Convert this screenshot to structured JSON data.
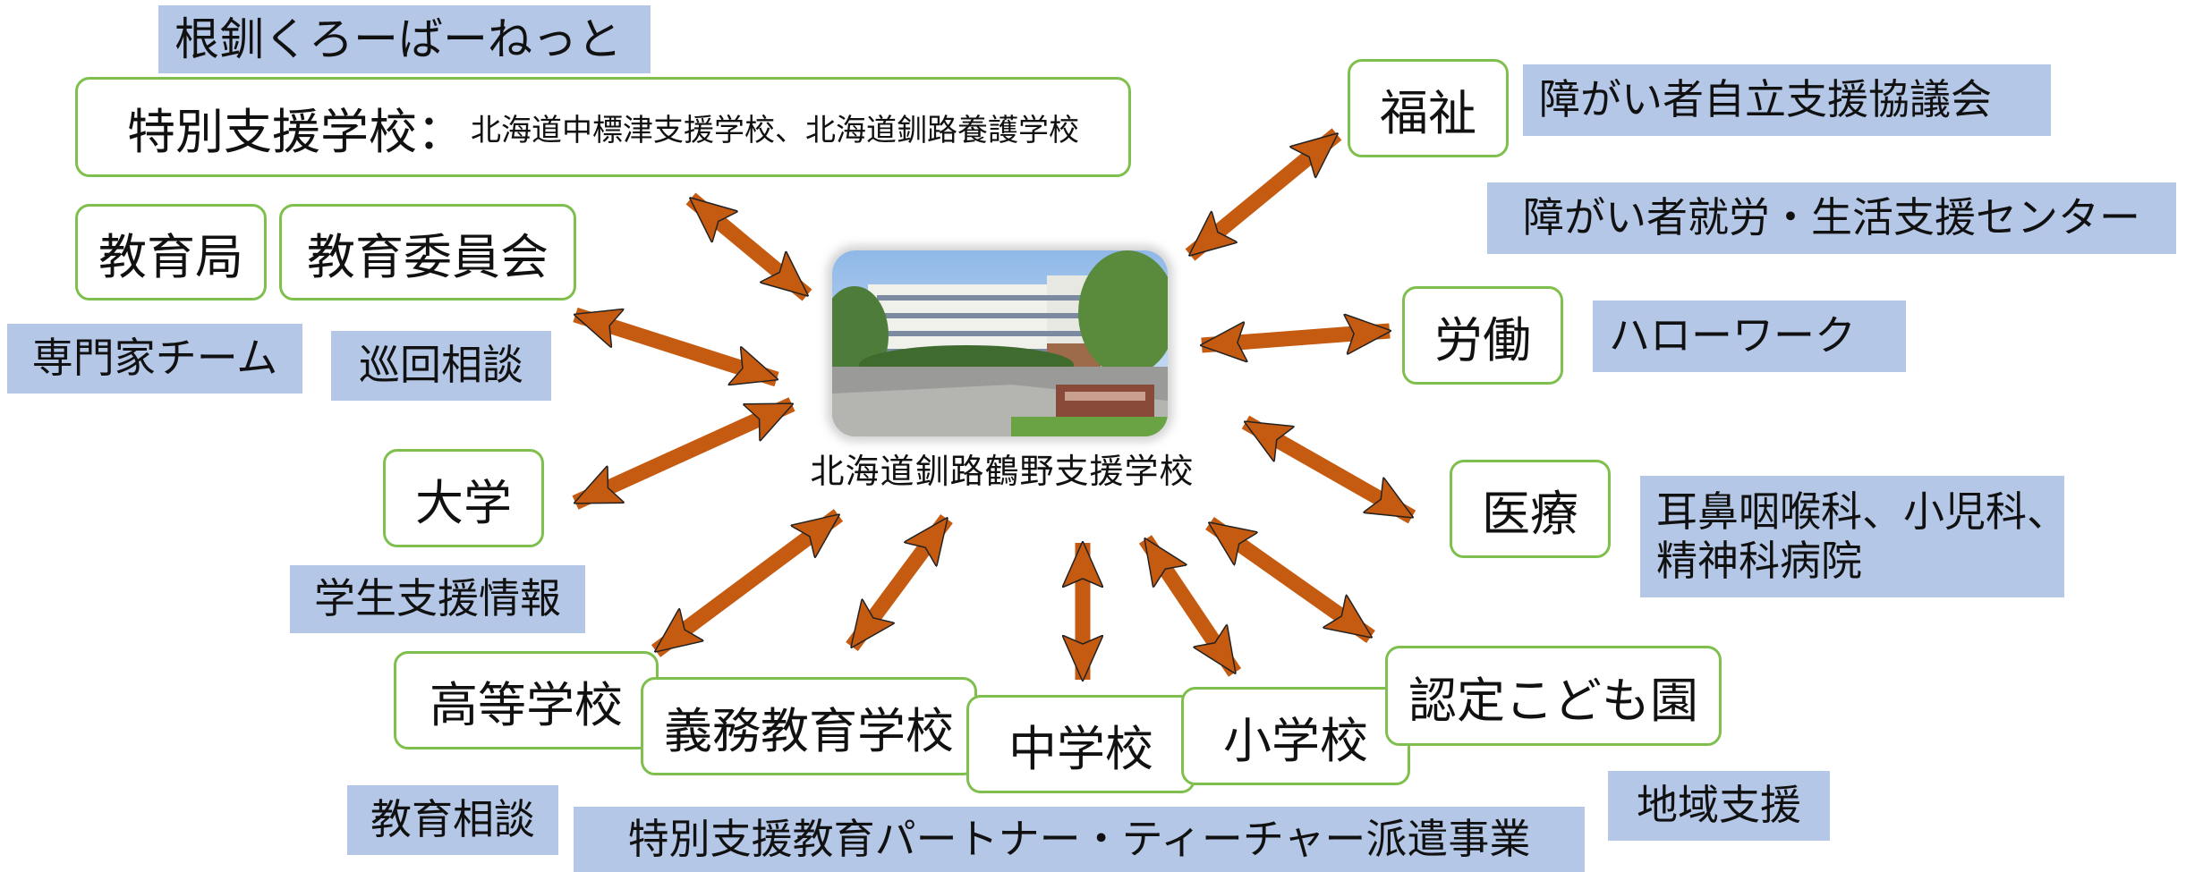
{
  "center": {
    "name": "北海道釧路鶴野支援学校",
    "photo": "school-building-photo"
  },
  "partners": {
    "special_school_title": "特別支援学校：",
    "special_school_detail": "北海道中標津支援学校、北海道釧路養護学校",
    "board_office": "教育局",
    "board_committee": "教育委員会",
    "university": "大学",
    "high_school": "高等学校",
    "compulsory_school": "義務教育学校",
    "junior_high": "中学校",
    "elementary": "小学校",
    "kodomoen": "認定こども園",
    "welfare": "福祉",
    "labor": "労働",
    "medical": "医療"
  },
  "labels": {
    "network": "根釧くろーばーねっと",
    "expert_team": "専門家チーム",
    "itinerant": "巡回相談",
    "student_support": "学生支援情報",
    "ed_consult": "教育相談",
    "partner_teacher": "特別支援教育パートナー・ティーチャー派遣事業",
    "regional_support": "地域支援",
    "disability_council": "障がい者自立支援協議会",
    "employment_center": "障がい者就労・生活支援センター",
    "hello_work": "ハローワーク",
    "medical_line1": "耳鼻咽喉科、小児科、",
    "medical_line2": "精神科病院"
  },
  "colors": {
    "arrow": "#c55a11",
    "box_border": "#7fbf4d",
    "label_bg": "#b4c7e7"
  }
}
